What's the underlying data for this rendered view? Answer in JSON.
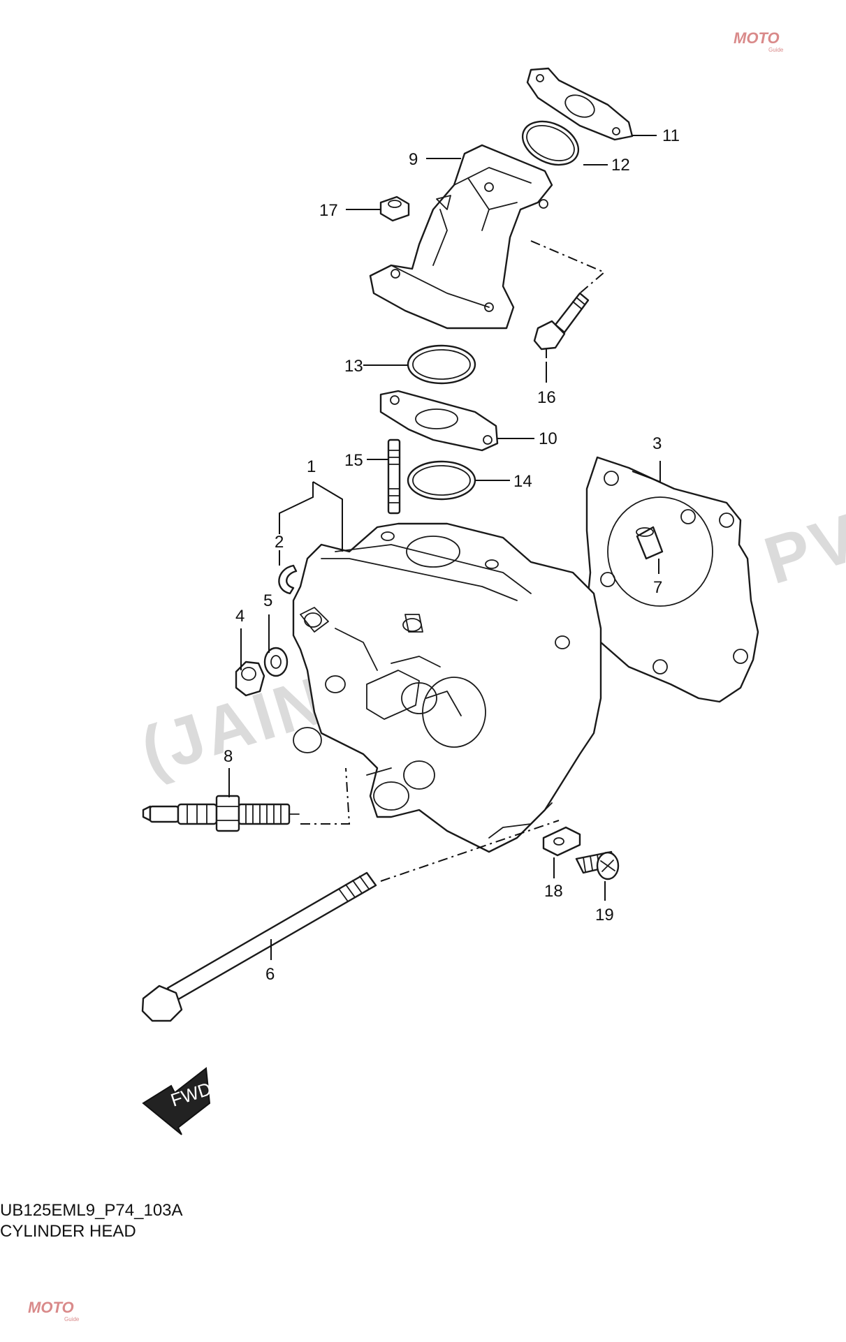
{
  "diagram": {
    "code": "UB125EML9_P74_103A",
    "title": "CYLINDER HEAD",
    "watermark": "(JAIN AUTO CARE PV",
    "direction_label": "FWD",
    "logo_text": "MOTO",
    "logo_sub": "Guide",
    "callouts": [
      "1",
      "2",
      "3",
      "4",
      "5",
      "6",
      "7",
      "8",
      "9",
      "10",
      "11",
      "12",
      "13",
      "14",
      "15",
      "16",
      "17",
      "18",
      "19"
    ]
  }
}
